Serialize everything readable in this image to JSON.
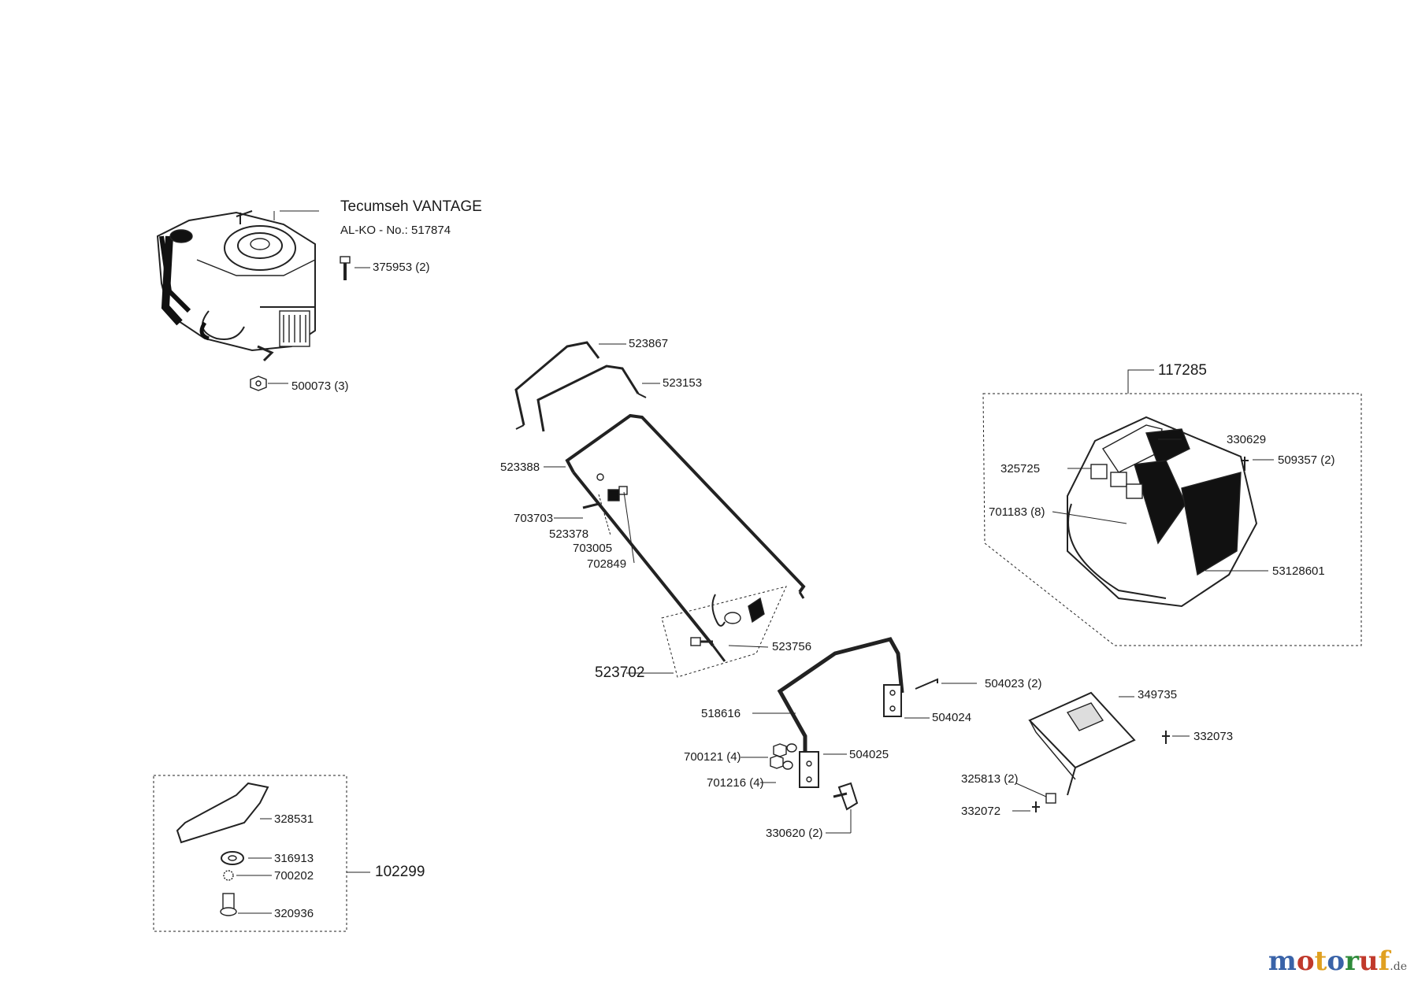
{
  "engine": {
    "title": "Tecumseh VANTAGE",
    "alko_no": "AL-KO - No.: 517874"
  },
  "labels": {
    "p375953": "375953 (2)",
    "p500073": "500073 (3)",
    "p523867": "523867",
    "p523153": "523153",
    "p523388": "523388",
    "p703703": "703703",
    "p523378": "523378",
    "p703005": "703005",
    "p702849": "702849",
    "p523756": "523756",
    "p523702": "523702",
    "p117285": "117285",
    "p330629": "330629",
    "p325725": "325725",
    "p509357": "509357 (2)",
    "p701183": "701183 (8)",
    "p53128601": "53128601",
    "p504023": "504023 (2)",
    "p349735": "349735",
    "p518616": "518616",
    "p504024": "504024",
    "p700121": "700121 (4)",
    "p504025": "504025",
    "p332073": "332073",
    "p701216": "701216 (4)",
    "p325813": "325813 (2)",
    "p332072": "332072",
    "p330620": "330620 (2)",
    "p328531": "328531",
    "p316913": "316913",
    "p700202": "700202",
    "p320936": "320936",
    "p102299": "102299"
  },
  "brand": {
    "letters": [
      "m",
      "o",
      "t",
      "o",
      "r",
      "u",
      "f"
    ],
    "colors": [
      "#3a63a8",
      "#c0392b",
      "#e0a020",
      "#3a63a8",
      "#2e8b3a",
      "#c0392b",
      "#e0a020"
    ],
    "suffix": ".de"
  }
}
